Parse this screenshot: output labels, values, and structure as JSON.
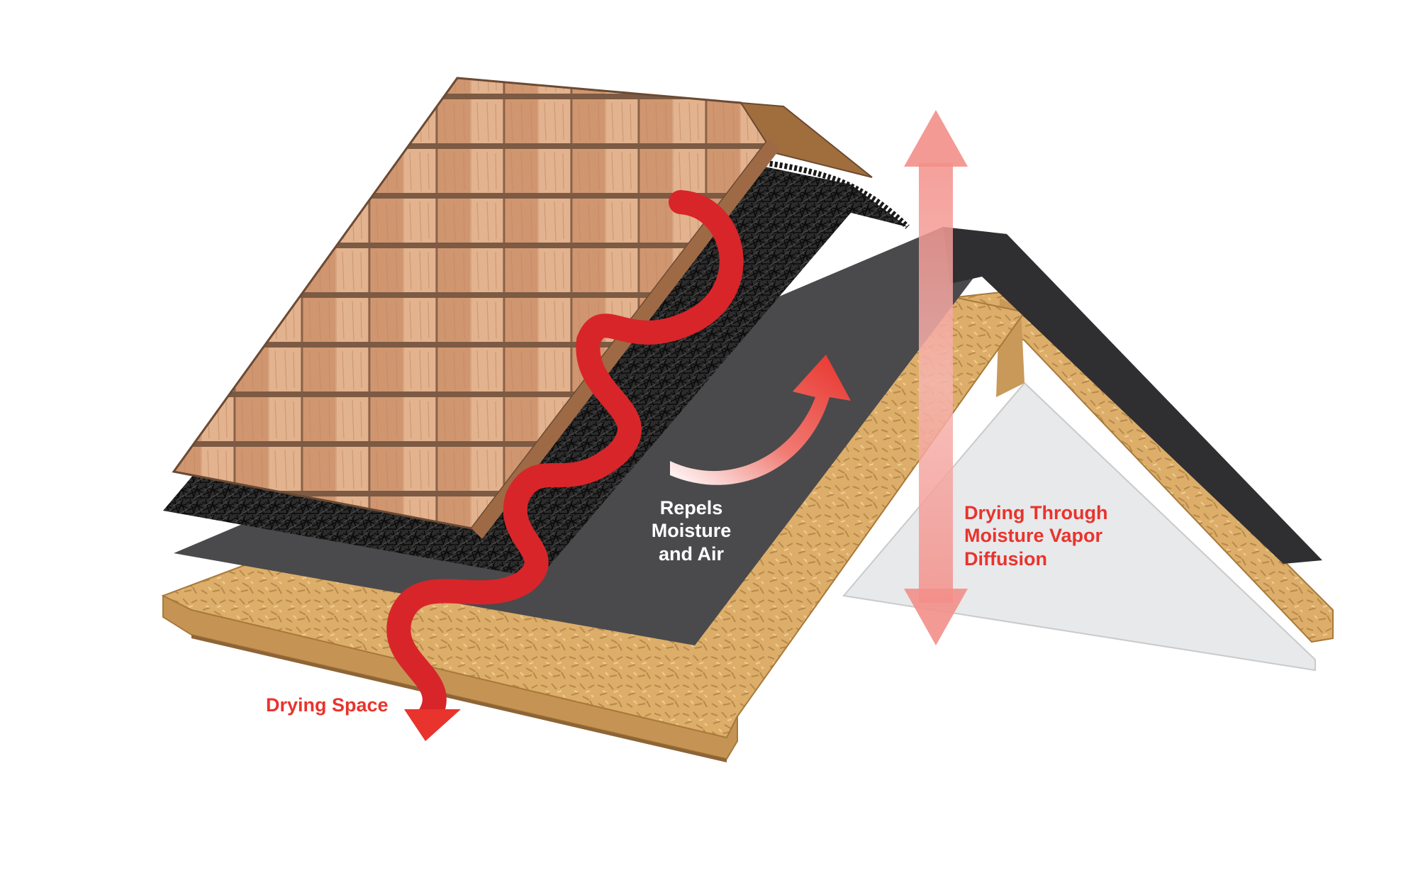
{
  "labels": {
    "drying_space": "Drying Space",
    "repels": [
      "Repels",
      "Moisture",
      "and Air"
    ],
    "diffusion": [
      "Drying Through",
      "Moisture Vapor",
      "Diffusion"
    ]
  },
  "colors": {
    "accent_red": "#e8342d",
    "membrane": "#4a4a4c",
    "membrane_dark": "#2f2f31",
    "mesh": "#1f1f1f",
    "osb": "#dcae6a",
    "osb_dark": "#b8894a",
    "shingle": "#d9a37f",
    "gable_wall": "#e8e9eb",
    "vapor_arrow": "#f4a5a1"
  },
  "icons": {
    "drying_path": "red-wavy-arrow",
    "repel_arrow": "curved-gradient-arrow",
    "diffusion_arrow": "double-headed-vertical-arrow"
  }
}
